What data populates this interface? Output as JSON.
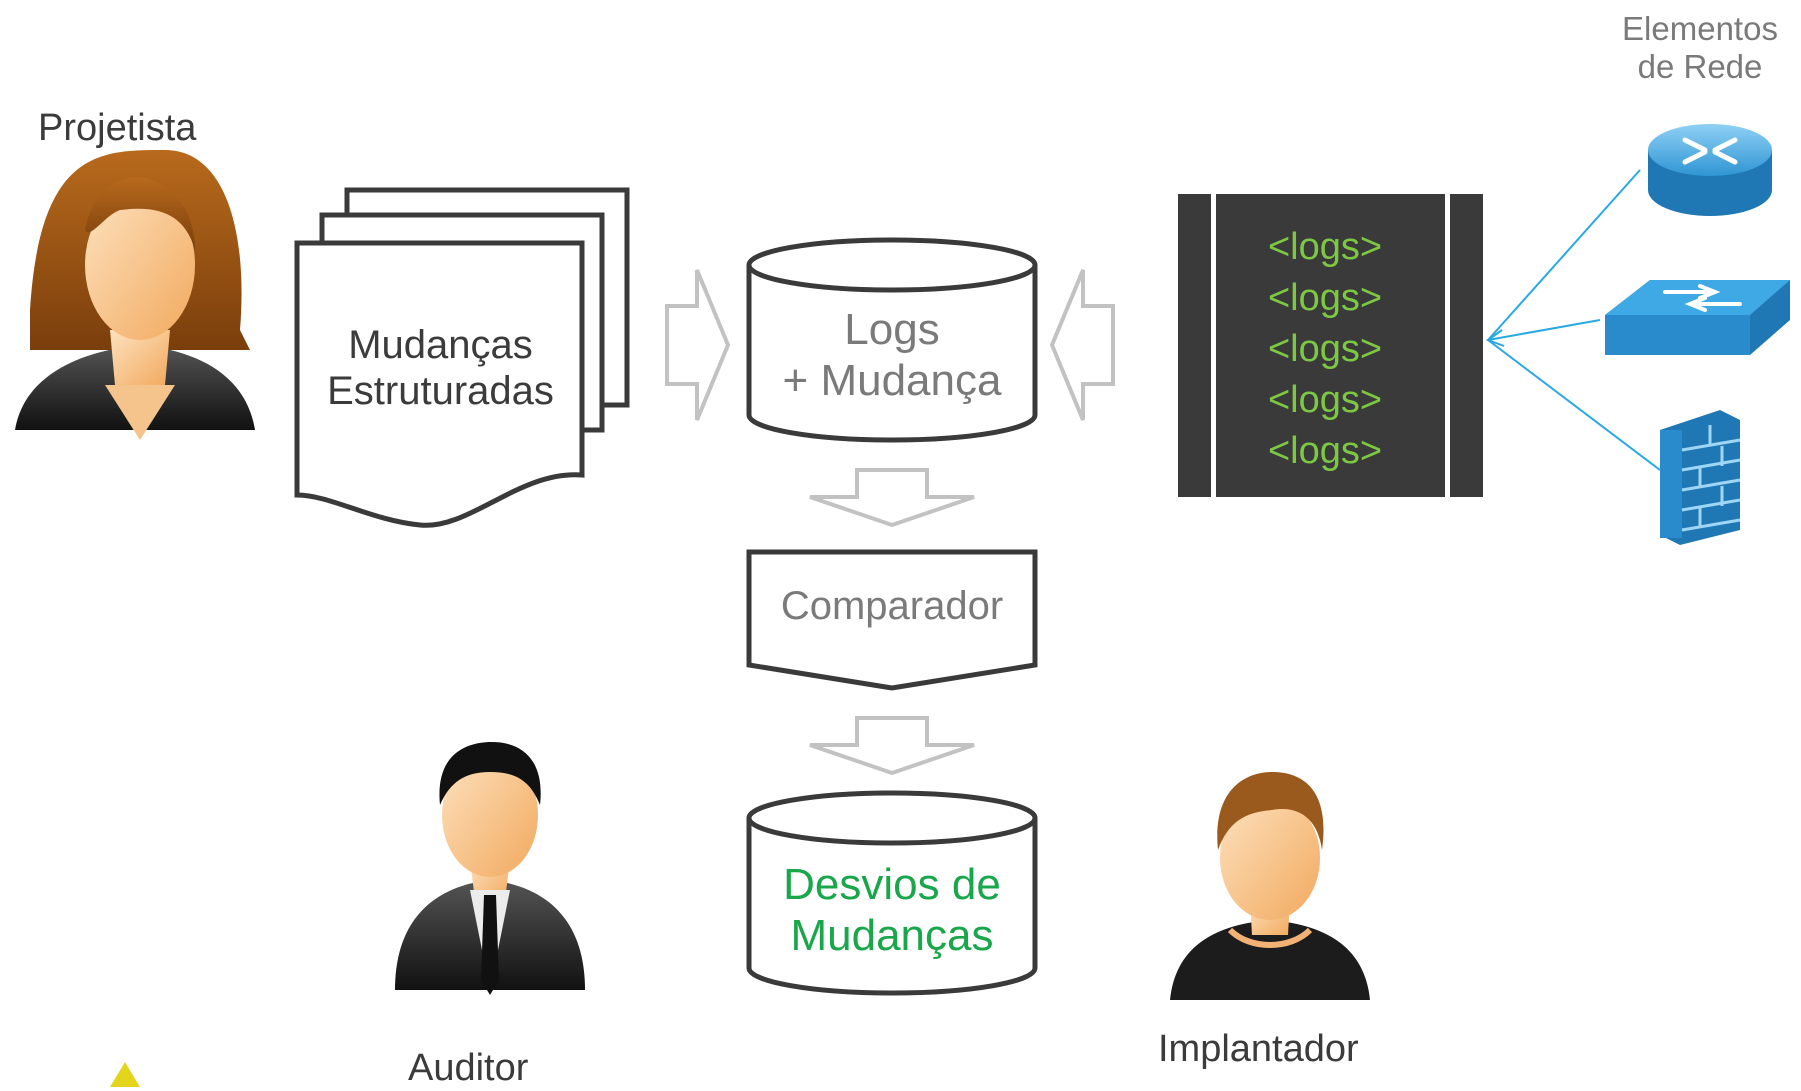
{
  "labels": {
    "projetista": "Projetista",
    "auditor": "Auditor",
    "implantador": "Implantador",
    "network_elements": [
      "Elementos",
      "de Rede"
    ]
  },
  "documents": {
    "text": [
      "Mudanças",
      "Estruturadas"
    ]
  },
  "logs_db": {
    "text": [
      "Logs",
      "+ Mudança"
    ]
  },
  "comparator": {
    "text": "Comparador"
  },
  "deviation_db": {
    "text": [
      "Desvios de",
      "Mudanças"
    ]
  },
  "log_panel": {
    "lines": [
      "<logs>",
      "<logs>",
      "<logs>",
      "<logs>",
      "<logs>"
    ]
  },
  "icons": {
    "people": [
      "female-user-icon",
      "businessman-icon",
      "male-user-icon"
    ],
    "network": [
      "router-icon",
      "switch-icon",
      "firewall-icon"
    ]
  },
  "colors": {
    "log_panel_bg": "#3a3a3a",
    "log_text": "#7dc843",
    "deviation_text": "#1aa64a",
    "network_blue": "#2e8fd0",
    "connector": "#29a9e1"
  }
}
